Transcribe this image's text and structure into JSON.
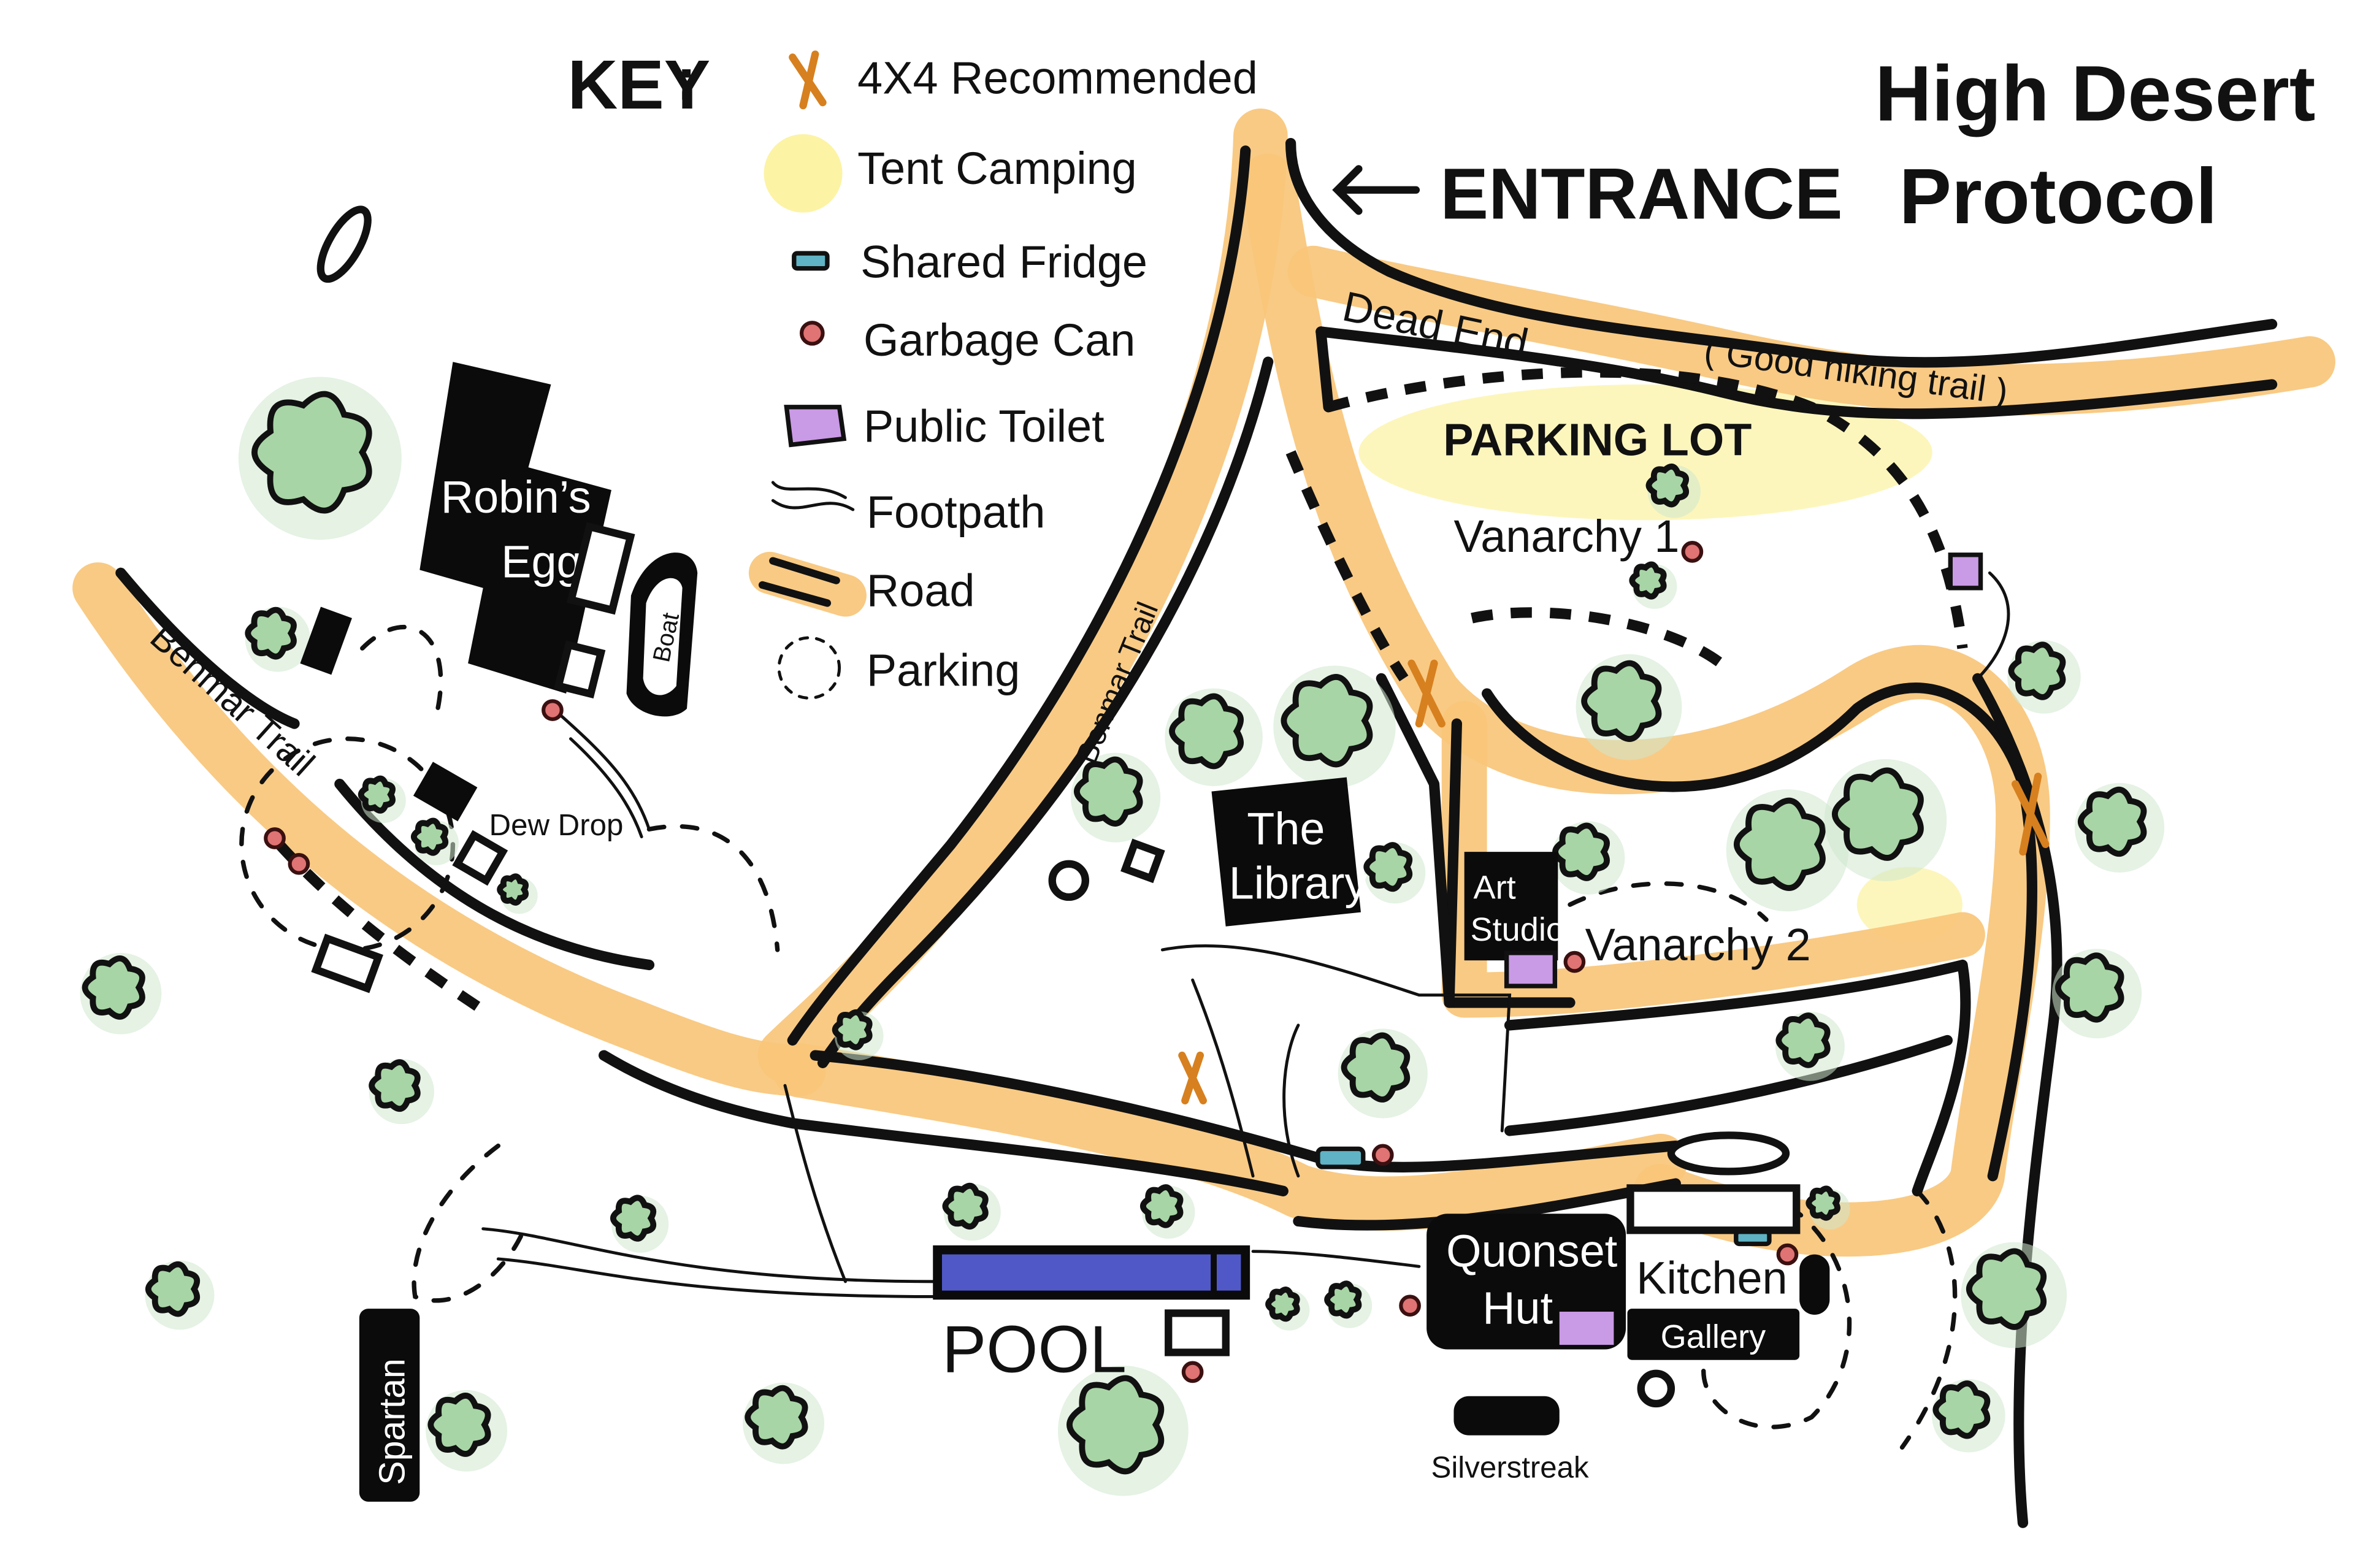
{
  "title": {
    "line1": "High Desert",
    "line2": "Protocol"
  },
  "entrance": {
    "label": "ENTRANCE",
    "arrow_icon": "left-arrow-icon"
  },
  "key": {
    "heading": "KEY",
    "items": [
      {
        "icon": "x-4x4-icon",
        "label": "4X4 Recommended"
      },
      {
        "icon": "tent-camping-wash-icon",
        "label": "Tent Camping"
      },
      {
        "icon": "fridge-icon",
        "label": "Shared Fridge"
      },
      {
        "icon": "garbage-can-icon",
        "label": "Garbage Can"
      },
      {
        "icon": "toilet-icon",
        "label": "Public Toilet"
      },
      {
        "icon": "footpath-icon",
        "label": "Footpath"
      },
      {
        "icon": "road-icon",
        "label": "Road"
      },
      {
        "icon": "parking-icon",
        "label": "Parking"
      }
    ]
  },
  "roads": {
    "dead_end": "Dead End",
    "hiking": "( Good hiking trail )",
    "benmar_left": "Benmar Trail",
    "benmar_center": "Benmar Trail"
  },
  "places": {
    "parking_lot": "PARKING LOT",
    "vanarchy1": "Vanarchy 1",
    "vanarchy2": "Vanarchy 2",
    "robins_egg_1": "Robin’s",
    "robins_egg_2": "Egg",
    "boat": "Boat",
    "dew_drop": "Dew Drop",
    "library_1": "The",
    "library_2": "Library",
    "art_1": "Art",
    "art_2": "Studio",
    "pool": "POOL",
    "quonset_1": "Quonset",
    "quonset_2": "Hut",
    "kitchen": "Kitchen",
    "gallery": "Gallery",
    "silverstreak": "Silverstreak",
    "spartan": "Spartan"
  },
  "colors": {
    "road": "#f8c57a",
    "tree": "#a8d5a6",
    "garbage": "#e07373",
    "toilet": "#c99ae6",
    "fridge": "#5fb3c4",
    "pool": "#5058c8",
    "tent": "#fbf08f",
    "x4x4": "#d7801f"
  }
}
